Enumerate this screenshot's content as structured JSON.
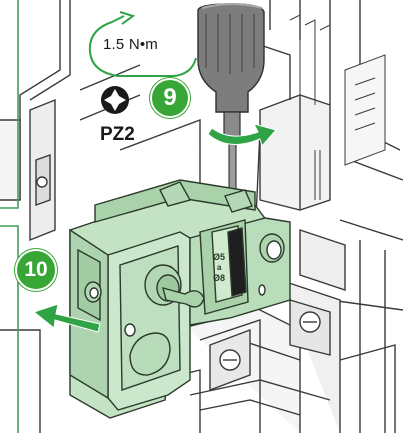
{
  "torque": {
    "value_label": "1.5 N•m"
  },
  "bit": {
    "type_label": "PZ2"
  },
  "steps": [
    {
      "number": "9"
    },
    {
      "number": "10"
    }
  ],
  "rating_label": {
    "top": "Ø5",
    "mid": "a",
    "bot": "Ø8"
  },
  "colors": {
    "step_badge": "#37a636",
    "arrow": "#2fa345",
    "block": "#c3e3c4",
    "block_dark": "#a9d2ab",
    "line": "#2b3a2b",
    "leader": "#3fa05b"
  },
  "icons": [
    "phillips-bit-icon",
    "rotate-arrow-icon",
    "pull-arrow-icon",
    "screwdriver-icon"
  ]
}
